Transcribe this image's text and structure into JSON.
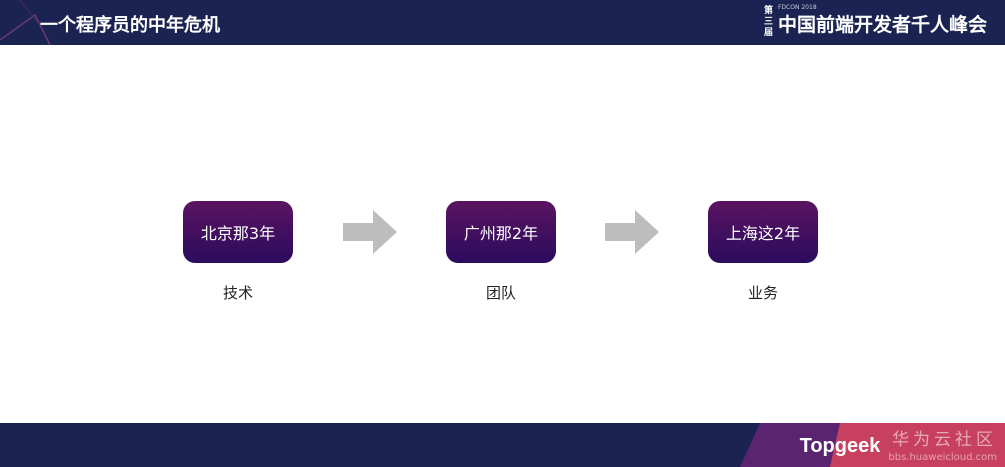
{
  "header": {
    "title": "一个程序员的中年危机",
    "conference": {
      "edition": "第三届",
      "tag": "FDCON 2018",
      "name": "中国前端开发者千人峰会"
    }
  },
  "flow": [
    {
      "box": "北京那3年",
      "label": "技术"
    },
    {
      "box": "广州那2年",
      "label": "团队"
    },
    {
      "box": "上海这2年",
      "label": "业务"
    }
  ],
  "watermark": {
    "text": "华为云社区",
    "logo": "Topgeek",
    "url": "bbs.huaweicloud.com"
  },
  "colors": {
    "header": "#1b2352",
    "box_top": "#5a1460",
    "box_bottom": "#2c0b5e",
    "arrow": "#bdbdbd",
    "footer_purple": "#5a2470",
    "footer_pink": "#c8405f"
  }
}
